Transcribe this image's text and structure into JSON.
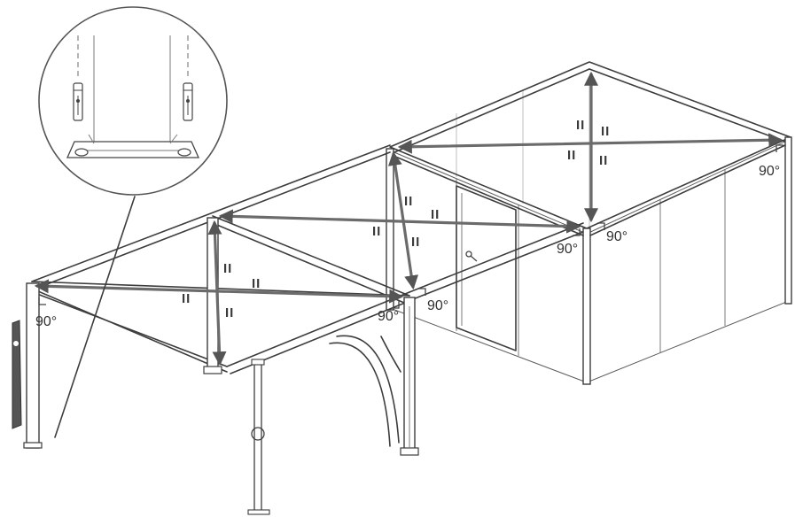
{
  "angle_labels": [
    "90°",
    "90°",
    "90°",
    "90°",
    "90°",
    "90°"
  ],
  "equal_marks": [
    "II",
    "II",
    "II",
    "II",
    "II",
    "II",
    "II",
    "II",
    "II",
    "II",
    "II",
    "II"
  ],
  "detail_callout": {
    "shape": "circle",
    "content": "base-plate-anchor-detail"
  },
  "colors": {
    "line": "#3d3d3d",
    "measure": "#6b6b6b",
    "background": "#ffffff"
  }
}
